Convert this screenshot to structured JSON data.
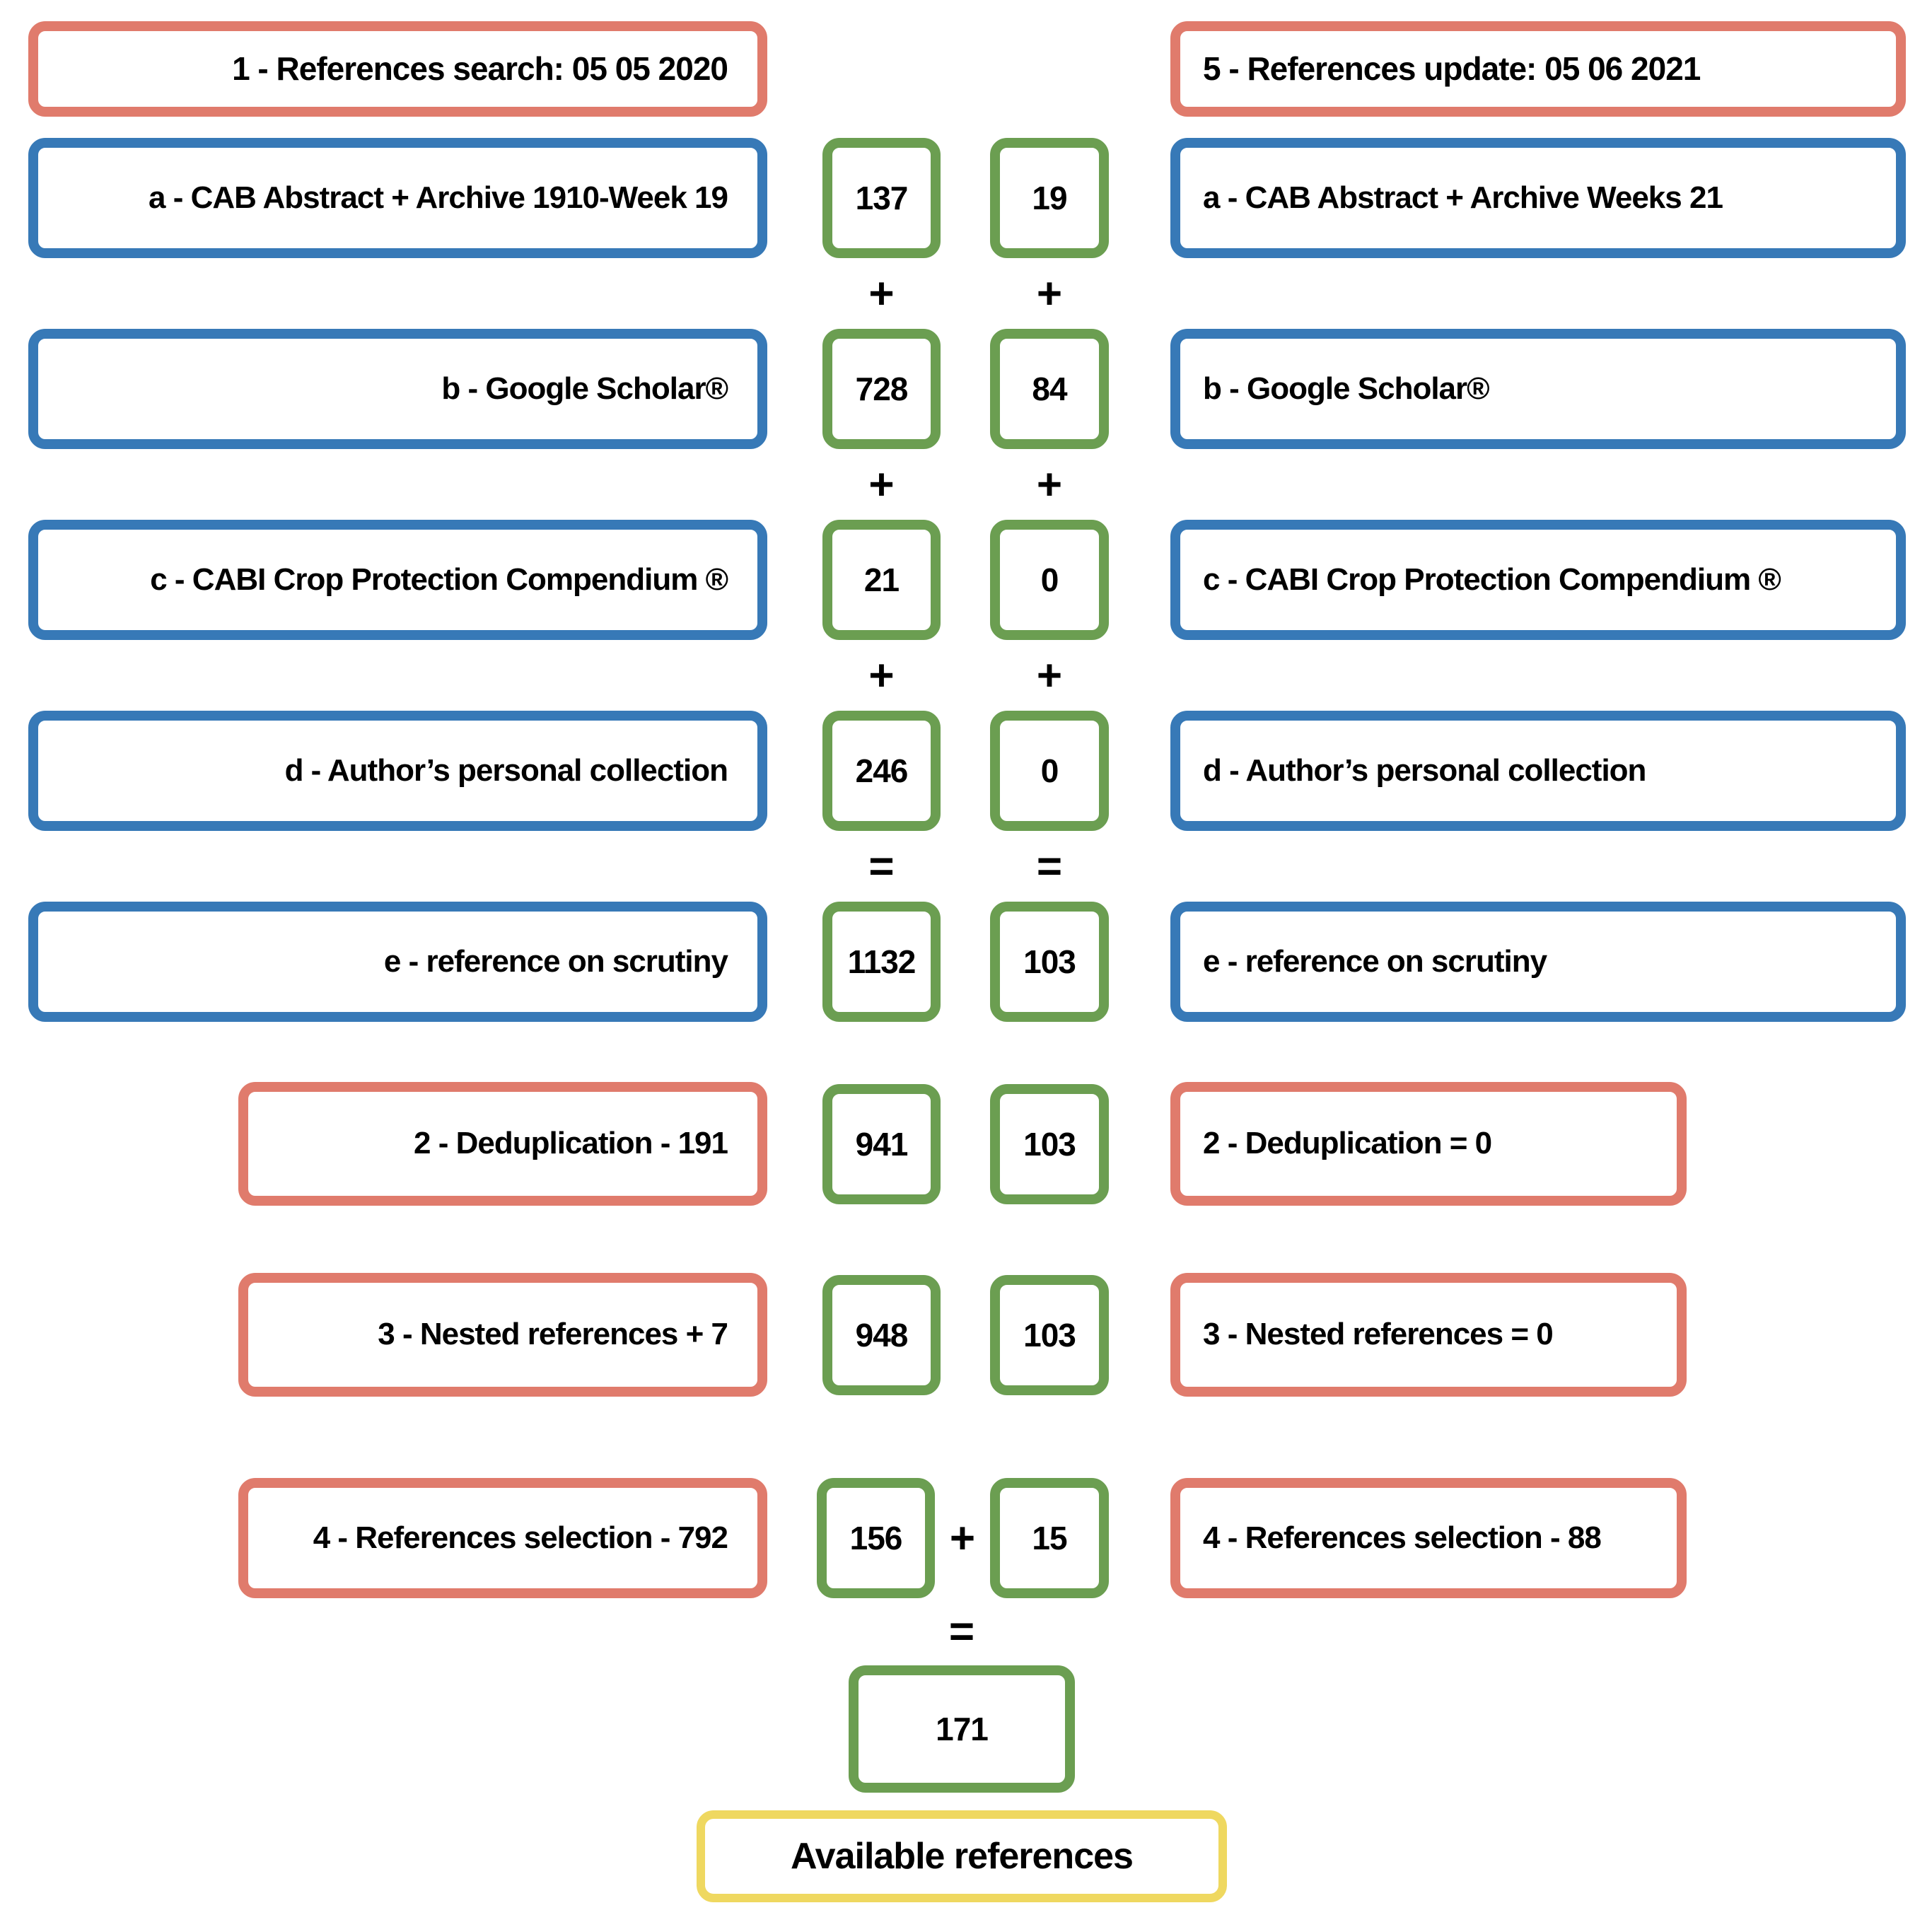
{
  "palette": {
    "red": "#E07B6C",
    "blue": "#3779B7",
    "green": "#6B9E51",
    "yellow": "#EFD860",
    "text": "#000000",
    "background": "#FFFFFF"
  },
  "operators": {
    "plus": "+",
    "equals": "="
  },
  "left": {
    "header": "1 - References search: 05 05 2020",
    "sources": [
      {
        "label": "a - CAB Abstract + Archive 1910-Week 19",
        "value": "137"
      },
      {
        "label": "b - Google Scholar®",
        "value": "728"
      },
      {
        "label": "c - CABI Crop Protection Compendium ®",
        "value": "21"
      },
      {
        "label": "d - Author’s personal collection",
        "value": "246"
      }
    ],
    "scrutiny": {
      "label": "e - reference on scrutiny",
      "value": "1132"
    },
    "stages": [
      {
        "label": "2 - Deduplication - 191",
        "value": "941"
      },
      {
        "label": "3 - Nested references + 7",
        "value": "948"
      },
      {
        "label": "4 - References selection - 792",
        "value": "156"
      }
    ]
  },
  "right": {
    "header": "5 - References update: 05 06 2021",
    "sources": [
      {
        "label": "a - CAB Abstract + Archive Weeks 21",
        "value": "19"
      },
      {
        "label": "b - Google Scholar®",
        "value": "84"
      },
      {
        "label": "c - CABI Crop Protection Compendium ®",
        "value": "0"
      },
      {
        "label": "d - Author’s personal collection",
        "value": "0"
      }
    ],
    "scrutiny": {
      "label": "e - reference on scrutiny",
      "value": "103"
    },
    "stages": [
      {
        "label": "2 - Deduplication = 0",
        "value": "103"
      },
      {
        "label": "3 - Nested references = 0",
        "value": "103"
      },
      {
        "label": "4 - References selection - 88",
        "value": "15"
      }
    ]
  },
  "total": {
    "value": "171",
    "label": "Available references"
  }
}
